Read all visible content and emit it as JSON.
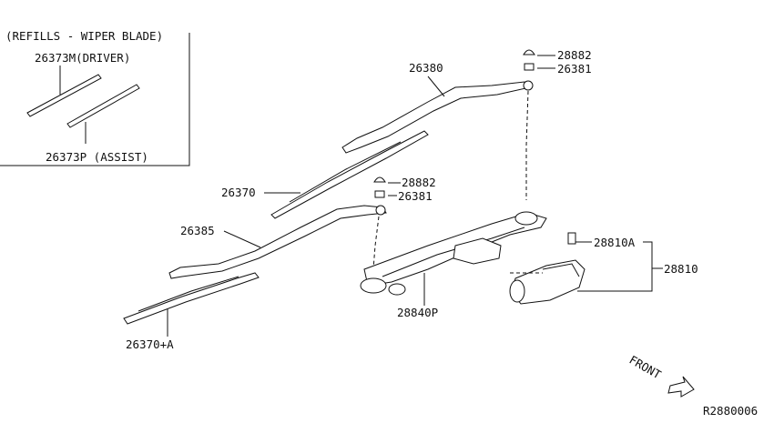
{
  "inset": {
    "title": "(REFILLS - WIPER BLADE)",
    "driver_label": "26373M(DRIVER)",
    "assist_label": "26373P  (ASSIST)"
  },
  "parts": {
    "cap_upper": "28882",
    "nut_upper": "26381",
    "arm_upper": "26380",
    "blade_upper": "26370",
    "cap_lower": "28882",
    "nut_lower": "26381",
    "arm_lower": "26385",
    "bolt": "28810A",
    "motor_assy": "28810",
    "linkage": "28840P",
    "blade_lower": "26370+A"
  },
  "front_label": "FRONT",
  "diagram_code": "R2880006"
}
